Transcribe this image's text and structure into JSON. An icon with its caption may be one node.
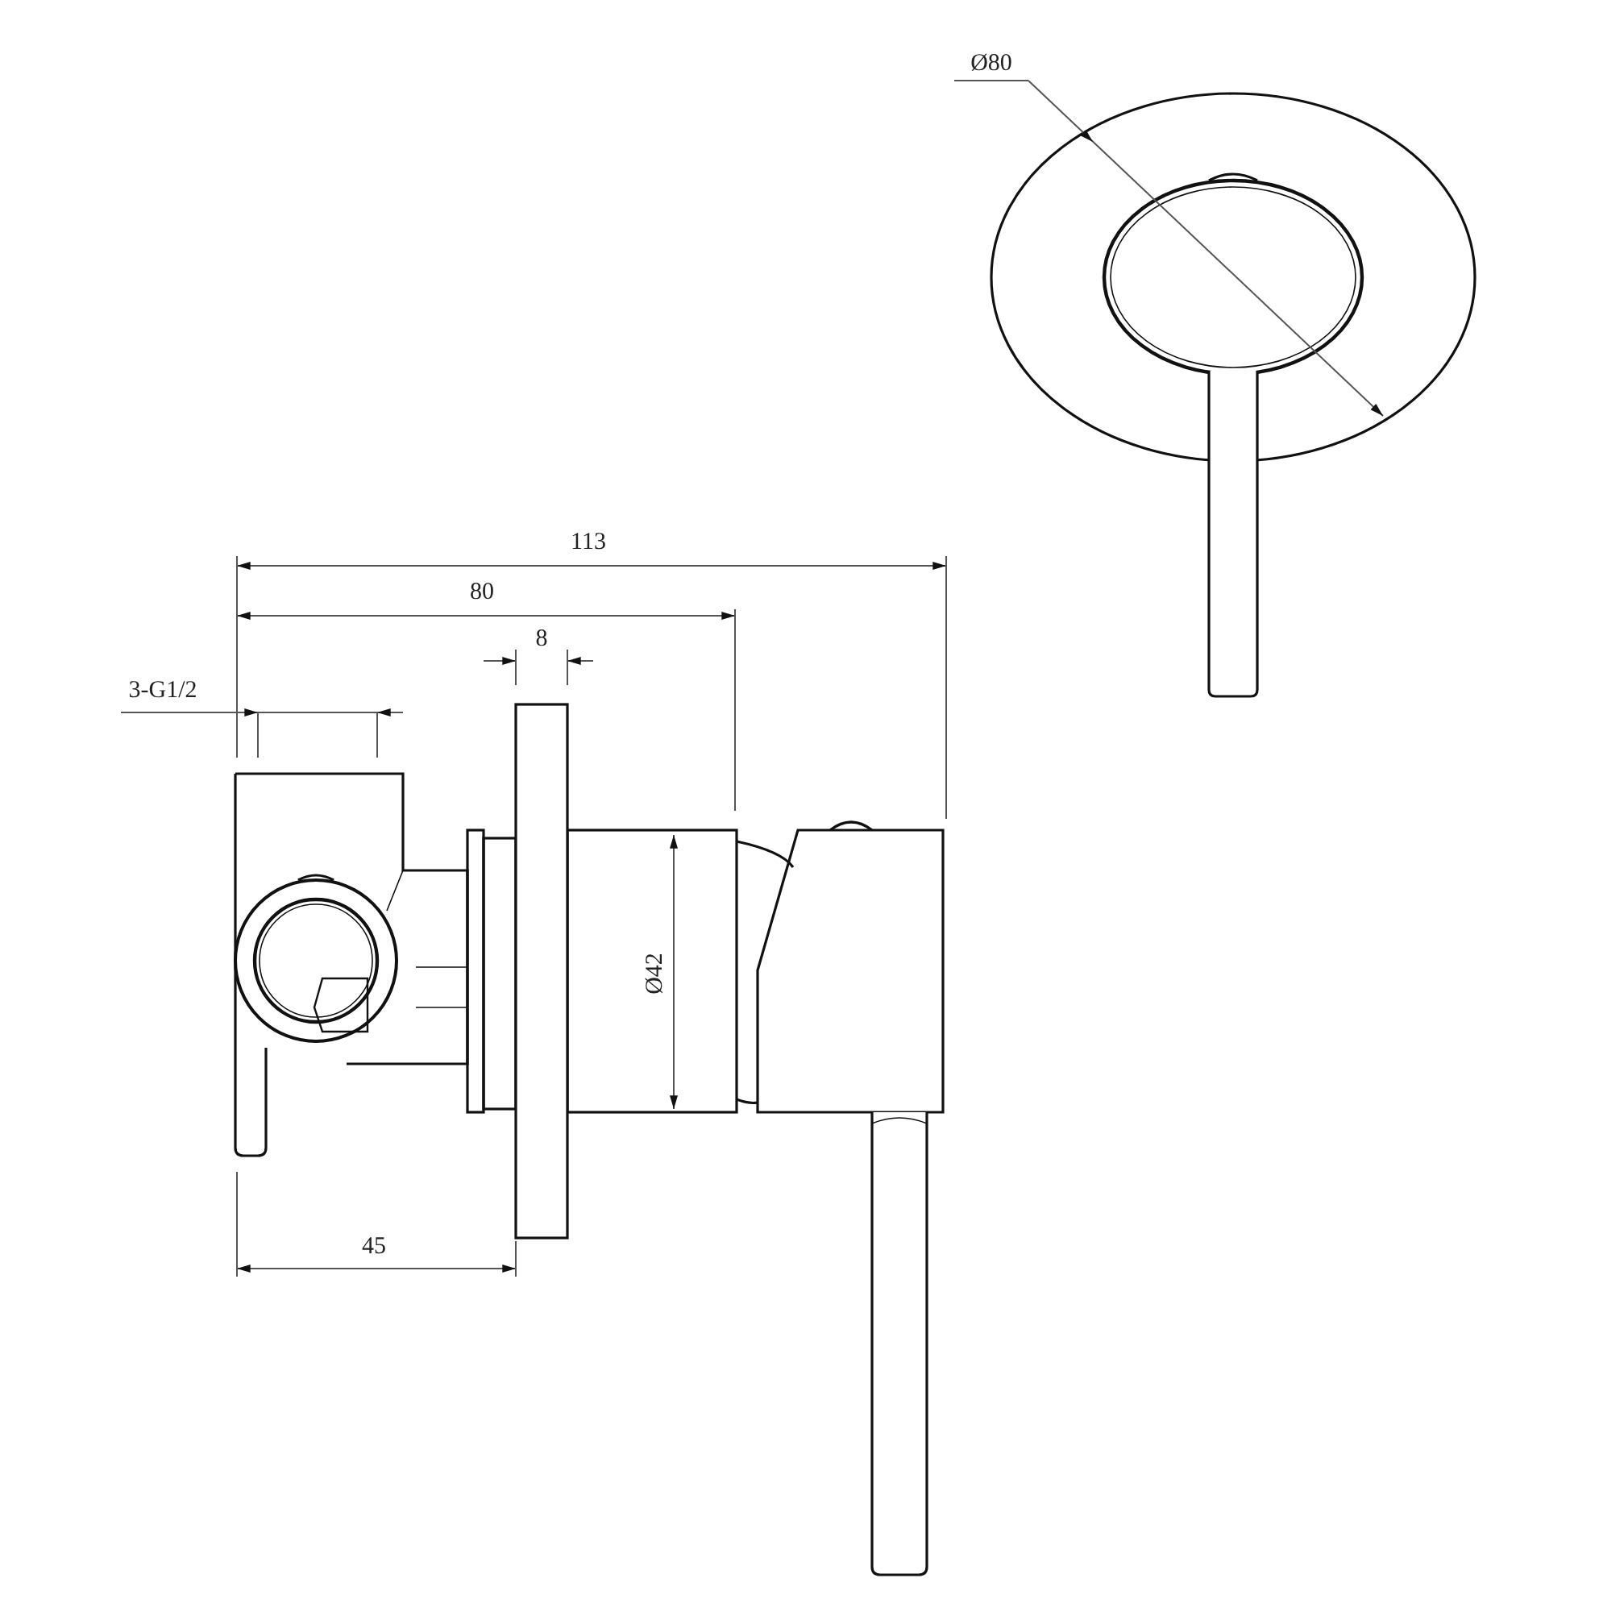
{
  "diagram": {
    "labels": [
      "Ø80",
      "113",
      "80",
      "8",
      "3-G1/2",
      "Ø42",
      "45"
    ]
  }
}
